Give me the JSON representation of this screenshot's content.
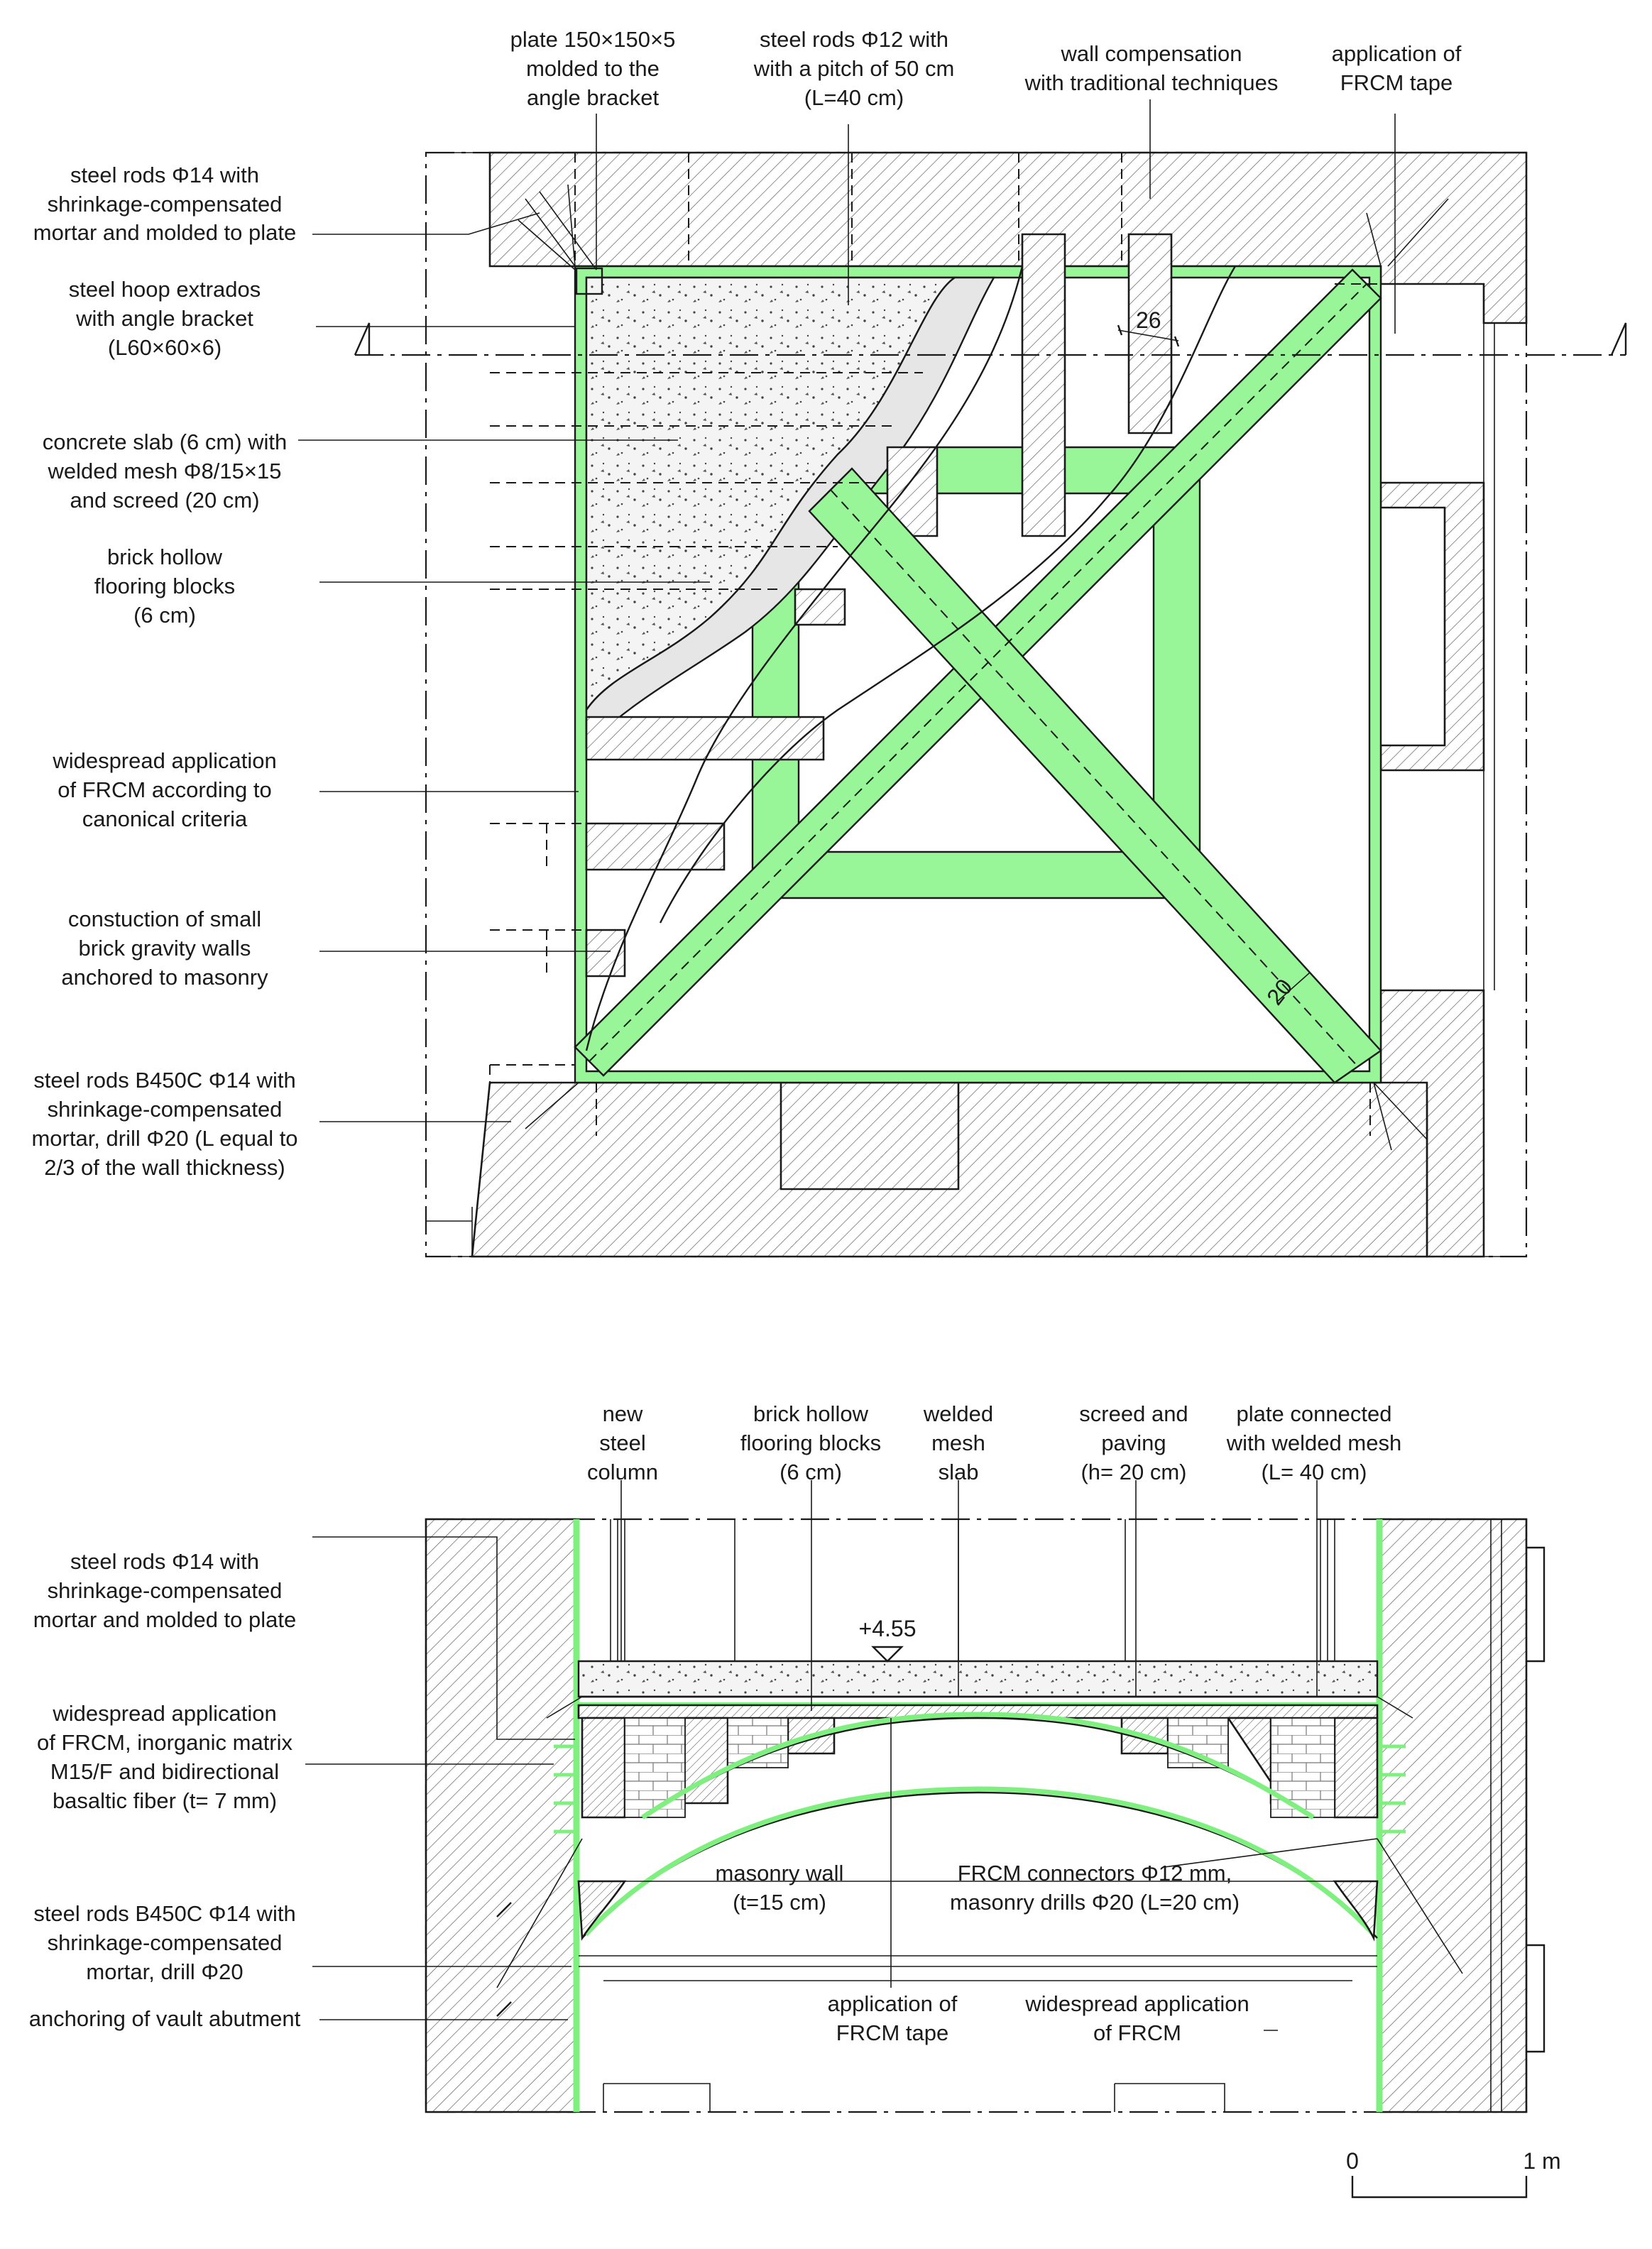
{
  "plan": {
    "labels_left": [
      "steel rods Φ14 with",
      "shrinkage-compensated",
      "mortar and molded to plate",
      "steel hoop extrados",
      "with angle bracket",
      "(L60×60×6)",
      "concrete slab (6 cm) with",
      "welded mesh Φ8/15×15",
      "and screed (20 cm)",
      "brick hollow",
      "flooring blocks",
      "(6 cm)",
      "widespread application",
      "of FRCM according to",
      "canonical criteria",
      "constuction of small",
      "brick gravity walls",
      "anchored to masonry",
      "steel rods B450C Φ14 with",
      "shrinkage-compensated",
      "mortar, drill Φ20 (L equal to",
      "2/3 of the wall  thickness)"
    ],
    "labels_top": [
      "plate 150×150×5",
      "molded to the",
      "angle bracket",
      "steel rods Φ12 with",
      "with a pitch of 50 cm",
      "(L=40 cm)",
      "wall compensation",
      "with traditional techniques",
      "application of",
      "FRCM tape"
    ],
    "dim_26": "26",
    "dim_20": "20"
  },
  "section": {
    "labels_top": [
      "new",
      "steel",
      "column",
      "brick hollow",
      "flooring blocks",
      "(6 cm)",
      "welded",
      "mesh",
      "slab",
      "screed and",
      "paving",
      "(h= 20 cm)",
      "plate connected",
      "with welded mesh",
      "(L= 40 cm)"
    ],
    "labels_left": [
      "steel rods Φ14 with",
      "shrinkage-compensated",
      "mortar and molded to plate",
      "widespread application",
      "of FRCM, inorganic matrix",
      "M15/F and bidirectional",
      "basaltic fiber (t= 7 mm)",
      "steel rods B450C Φ14 with",
      "shrinkage-compensated",
      "mortar, drill Φ20",
      "anchoring of vault abutment"
    ],
    "labels_inner": [
      "masonry wall",
      "(t=15 cm)",
      "FRCM connectors Φ12 mm,",
      "masonry drills Φ20 (L=20 cm)",
      "application of",
      "FRCM tape",
      "widespread application",
      "of FRCM"
    ],
    "level_mark": "+4.55"
  },
  "scale_bar": {
    "start": "0",
    "end": "1 m"
  },
  "colors": {
    "frcm_green": "#98f598",
    "ink": "#1a1a1a"
  }
}
